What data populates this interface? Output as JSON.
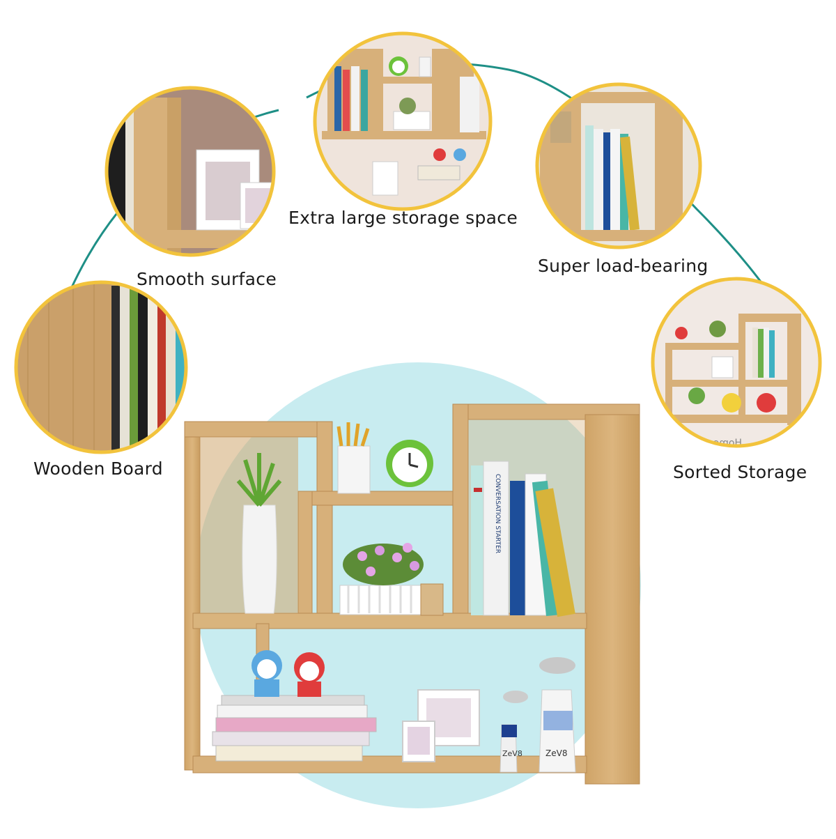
{
  "features": {
    "wooden_board": {
      "label": "Wooden Board"
    },
    "smooth_surface": {
      "label": "Smooth surface"
    },
    "storage_space": {
      "label": "Extra large storage space"
    },
    "load_bearing": {
      "label": "Super load-bearing"
    },
    "sorted_storage": {
      "label": "Sorted Storage"
    }
  },
  "decor": {
    "book_spine_main": "CONVERSATION STARTER",
    "vase_tag_left": "ZeV8",
    "vase_tag_right": "ZeV8",
    "wall_sign": "Home"
  },
  "colors": {
    "wood": "#d7b07a",
    "wood_dark": "#b88a52",
    "connector": "#1e8f86",
    "ring": "#f2c33c",
    "backdrop": "#c8ecf0"
  }
}
